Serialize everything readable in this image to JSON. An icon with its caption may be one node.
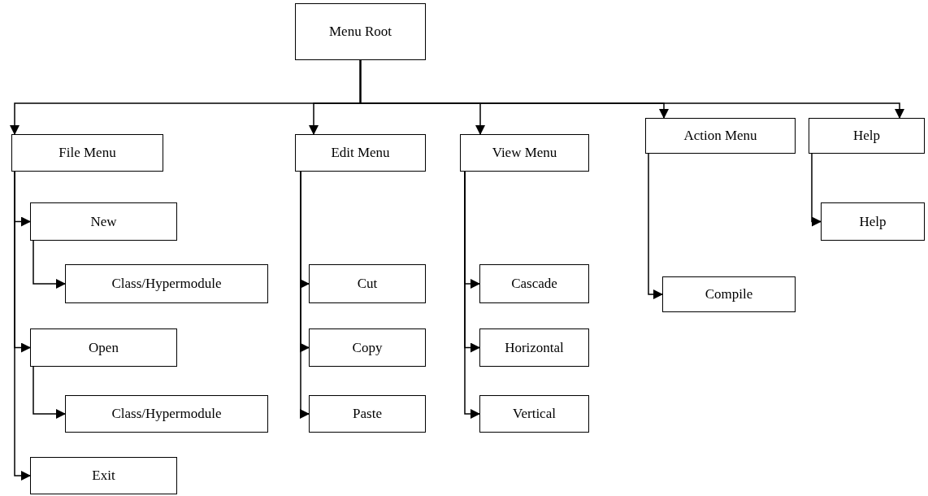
{
  "diagram": {
    "nodes": [
      {
        "text": [
          "Menu Root"
        ]
      },
      {
        "text": [
          "File Menu"
        ]
      },
      {
        "text": [
          "New"
        ]
      },
      {
        "text": [
          "Class/Hypermodule"
        ]
      },
      {
        "text": [
          "Open"
        ]
      },
      {
        "text": [
          "Class/Hypermodule"
        ]
      },
      {
        "text": [
          "Exit"
        ]
      },
      {
        "text": [
          "Edit Menu"
        ]
      },
      {
        "text": [
          "Cut"
        ]
      },
      {
        "text": [
          "Copy"
        ]
      },
      {
        "text": [
          "Paste"
        ]
      },
      {
        "text": [
          "View Menu"
        ]
      },
      {
        "text": [
          "Cascade"
        ]
      },
      {
        "text": [
          "Horizontal"
        ]
      },
      {
        "text": [
          "Vertical"
        ]
      },
      {
        "text": [
          "Action Menu"
        ]
      },
      {
        "text": [
          "Compile"
        ]
      },
      {
        "text": [
          "Help"
        ]
      },
      {
        "text": [
          "Help"
        ]
      }
    ],
    "edges": [
      {
        "from": 0,
        "to": 1,
        "arrow": "to"
      },
      {
        "from": 0,
        "to": 7,
        "arrow": "to"
      },
      {
        "from": 0,
        "to": 11,
        "arrow": "to"
      },
      {
        "from": 0,
        "to": 15,
        "arrow": "to"
      },
      {
        "from": 0,
        "to": 17,
        "arrow": "to"
      },
      {
        "from": 1,
        "to": 2,
        "arrow": "to"
      },
      {
        "from": 2,
        "to": 3,
        "arrow": "to"
      },
      {
        "from": 1,
        "to": 4,
        "arrow": "to"
      },
      {
        "from": 4,
        "to": 5,
        "arrow": "to"
      },
      {
        "from": 1,
        "to": 6,
        "arrow": "to"
      },
      {
        "from": 7,
        "to": 8,
        "arrow": "to"
      },
      {
        "from": 7,
        "to": 9,
        "arrow": "to"
      },
      {
        "from": 7,
        "to": 10,
        "arrow": "to"
      },
      {
        "from": 11,
        "to": 12,
        "arrow": "to"
      },
      {
        "from": 11,
        "to": 13,
        "arrow": "to"
      },
      {
        "from": 11,
        "to": 14,
        "arrow": "to"
      },
      {
        "from": 15,
        "to": 16,
        "arrow": "to"
      },
      {
        "from": 17,
        "to": 18,
        "arrow": "to"
      }
    ]
  }
}
